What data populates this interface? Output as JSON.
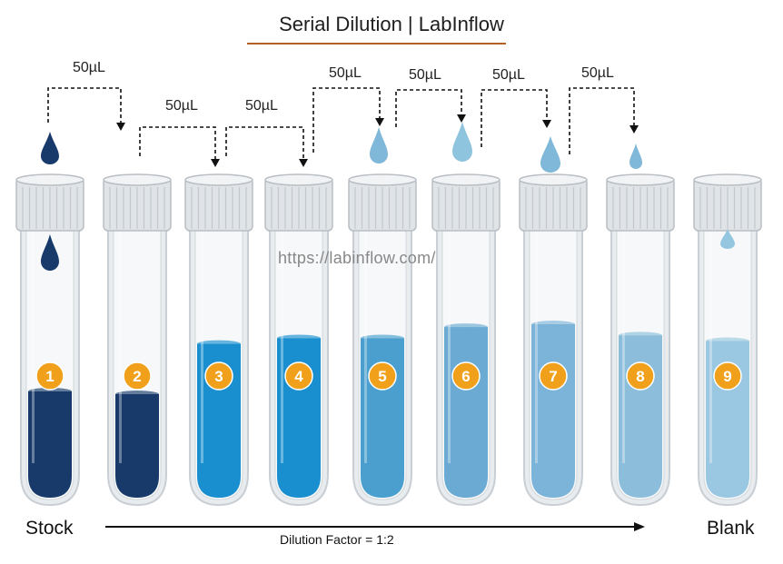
{
  "title": "Serial Dilution | LabInflow",
  "watermark": "https://labinflow.com/",
  "start_label": "Stock",
  "end_label": "Blank",
  "dilution_factor_label": "Dilution Factor = 1:2",
  "transfer_volume": "50µL",
  "transfer_count": 7,
  "tubes": [
    {
      "number": "1",
      "liquid_color": "#173a6b",
      "level": 0.38
    },
    {
      "number": "2",
      "liquid_color": "#173a6b",
      "level": 0.37
    },
    {
      "number": "3",
      "liquid_color": "#1a8fcf",
      "level": 0.55
    },
    {
      "number": "4",
      "liquid_color": "#1a8fcf",
      "level": 0.57
    },
    {
      "number": "5",
      "liquid_color": "#4a9fcf",
      "level": 0.57
    },
    {
      "number": "6",
      "liquid_color": "#6aaad3",
      "level": 0.61
    },
    {
      "number": "7",
      "liquid_color": "#7cb3d9",
      "level": 0.62
    },
    {
      "number": "8",
      "liquid_color": "#8cbedc",
      "level": 0.58
    },
    {
      "number": "9",
      "liquid_color": "#9ac7e1",
      "level": 0.56
    }
  ],
  "colors": {
    "badge": "#f0a01a",
    "cap": "#e0e4e7",
    "glass": "#e8ecef",
    "dark_drop": "#173a6b",
    "light_drop": "#7fb8d8"
  }
}
